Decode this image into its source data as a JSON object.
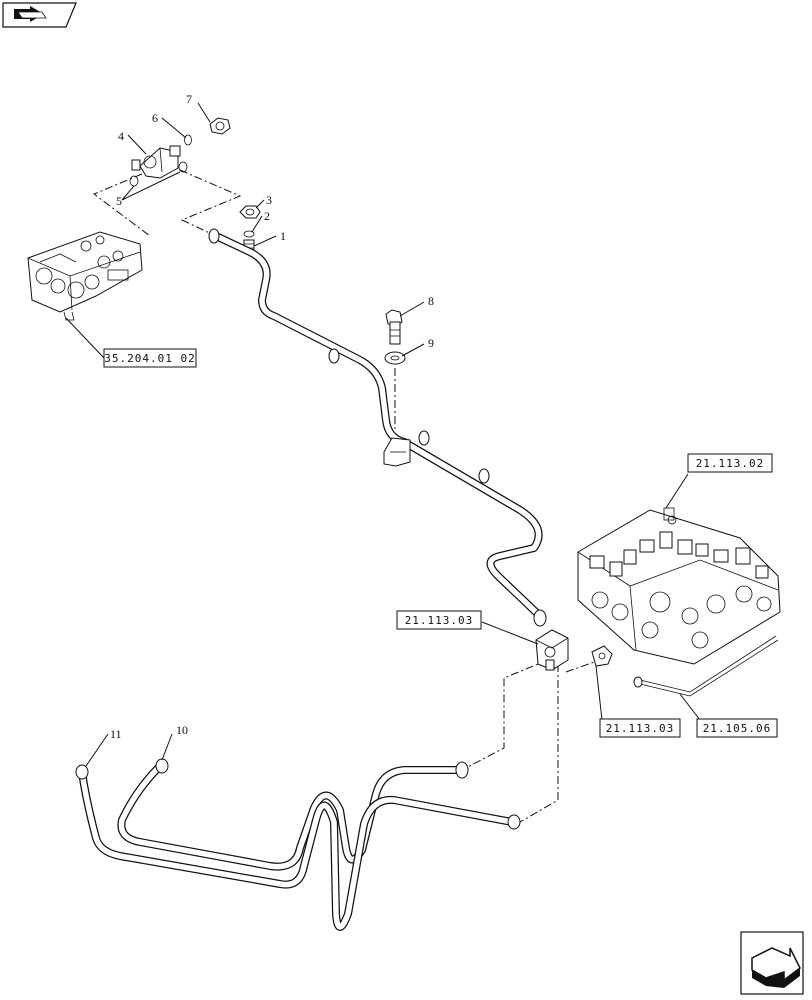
{
  "callouts": {
    "ref_35_204_01_02": "35.204.01 02",
    "ref_21_113_02": "21.113.02",
    "ref_21_113_03_a": "21.113.03",
    "ref_21_113_03_b": "21.113.03",
    "ref_21_105_06": "21.105.06"
  },
  "item_numbers": [
    "1",
    "2",
    "3",
    "4",
    "5",
    "6",
    "7",
    "8",
    "9",
    "10",
    "11"
  ],
  "icons": {
    "top_left": "back-arrow-icon",
    "bottom_right": "next-page-arrow-icon"
  }
}
